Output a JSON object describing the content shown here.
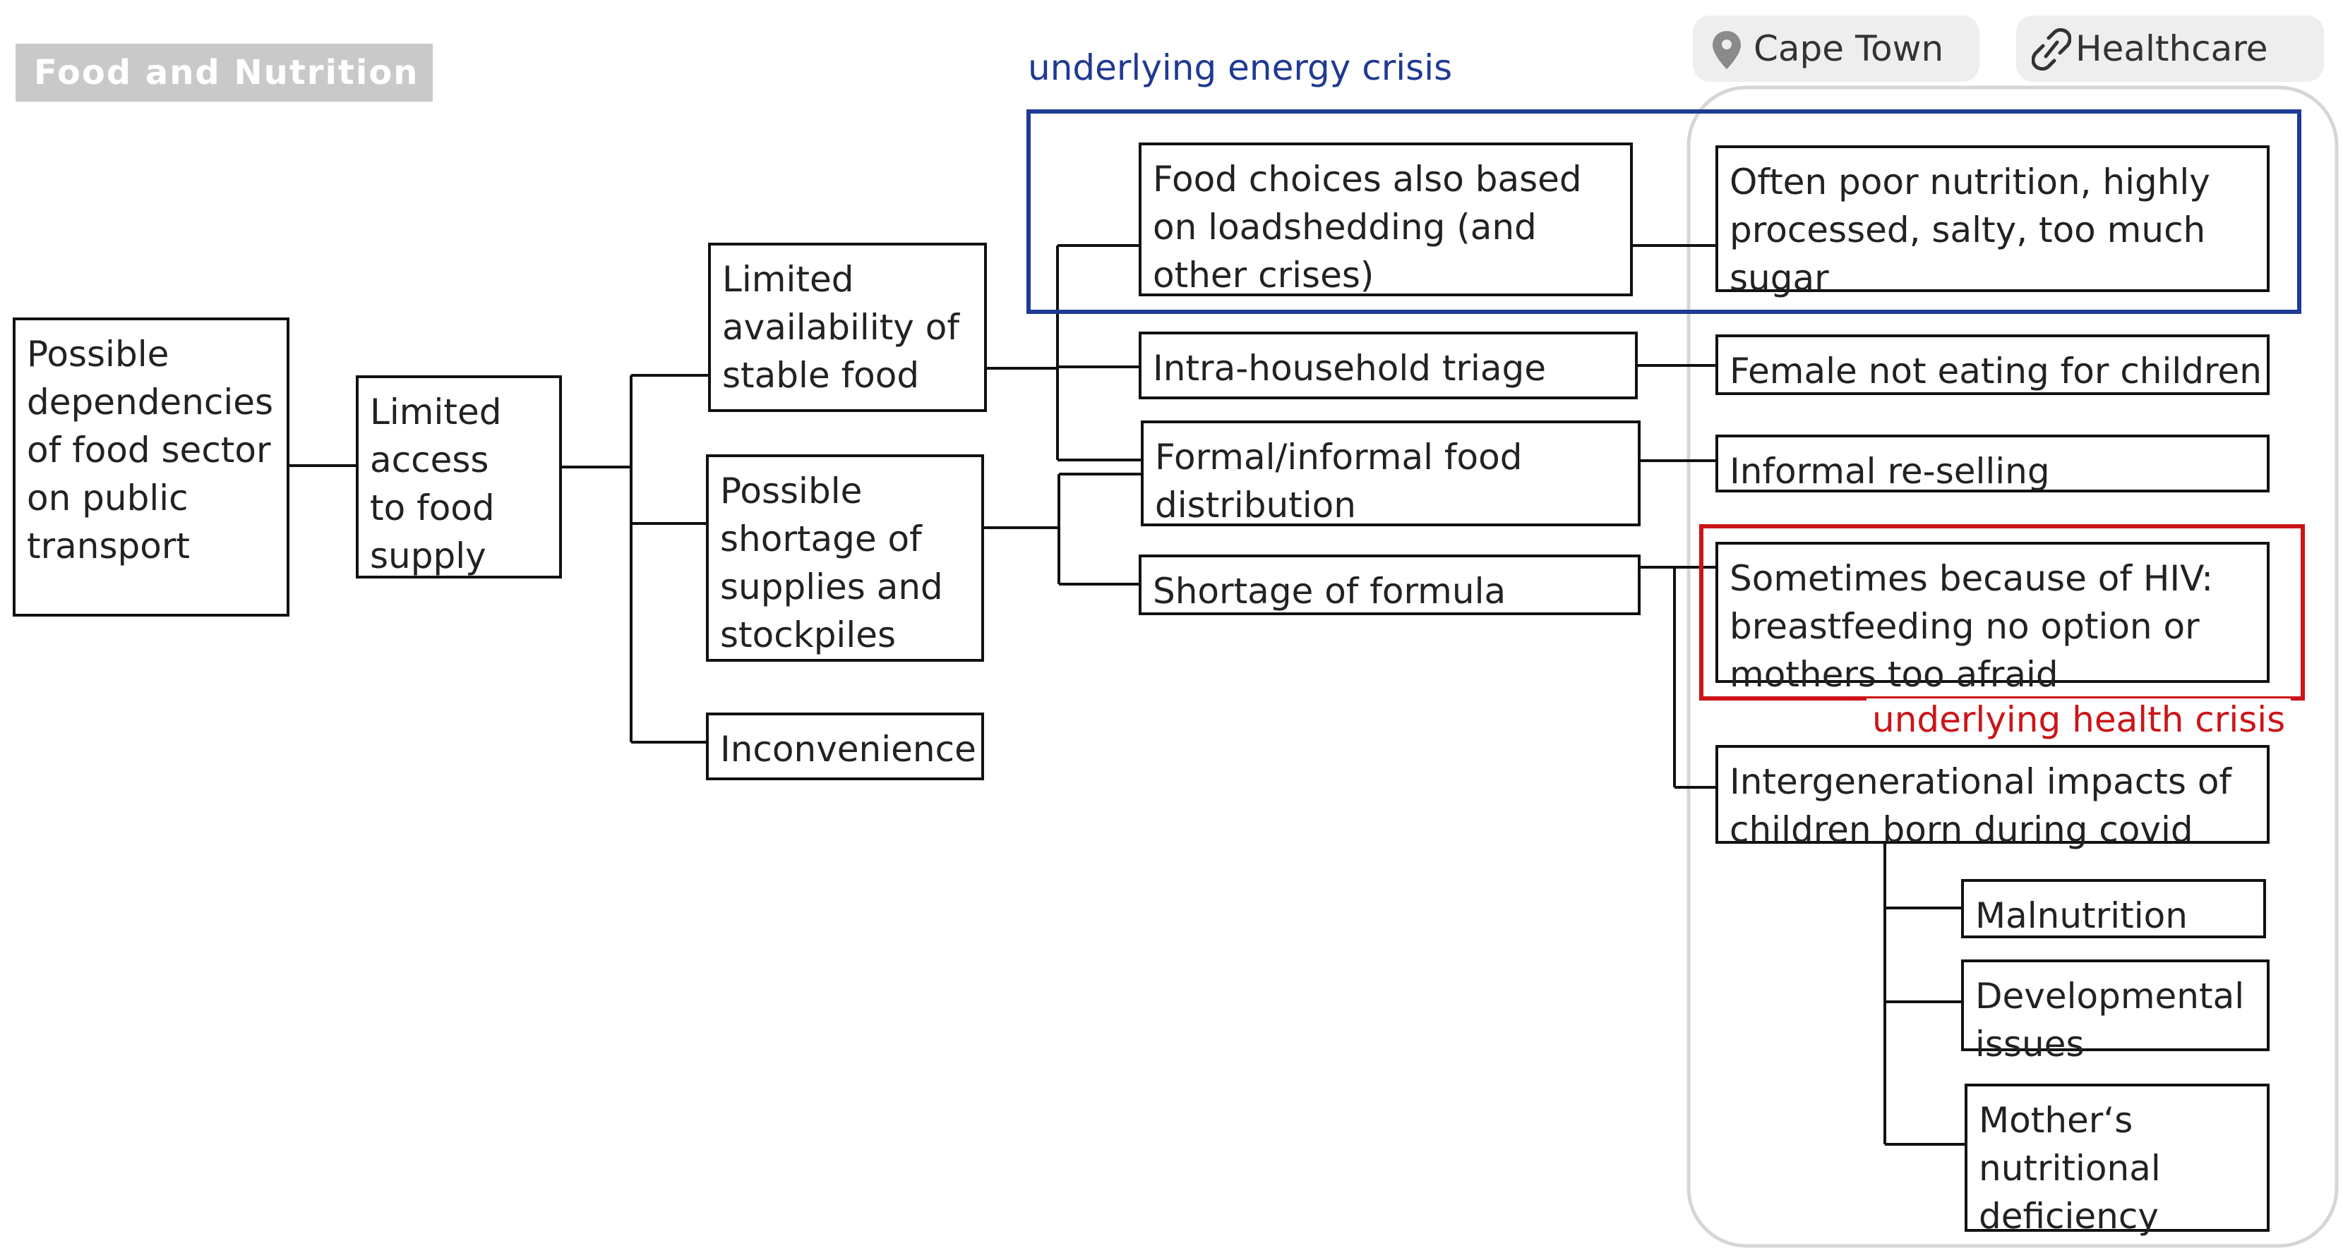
{
  "header": {
    "title": "Food and Nutrition"
  },
  "tags": {
    "location": "Cape Town",
    "location_icon": "map-pin-icon",
    "sector": "Healthcare",
    "sector_icon": "link-icon"
  },
  "annotations": {
    "energy_crisis": "underlying energy crisis",
    "energy_color": "#1f3a93",
    "health_crisis": "underlying health crisis",
    "health_color": "#cc1417"
  },
  "nodes": {
    "root": {
      "lines": [
        "Possible",
        "dependencies",
        "of food sector",
        "on public",
        "transport"
      ]
    },
    "limited_access": {
      "lines": [
        "Limited",
        "access",
        "to food",
        "supply"
      ]
    },
    "limited_availability": {
      "lines": [
        "Limited",
        "availability of",
        "stable food"
      ]
    },
    "possible_shortage": {
      "lines": [
        "Possible",
        "shortage of",
        "supplies and",
        "stockpiles"
      ]
    },
    "inconvenience": {
      "lines": [
        "Inconvenience"
      ]
    },
    "food_choices": {
      "lines": [
        "Food choices also based",
        "on loadshedding (and",
        "other crises)"
      ]
    },
    "triage": {
      "lines": [
        "Intra-household triage"
      ]
    },
    "distribution": {
      "lines": [
        "Formal/informal food",
        "distribution"
      ]
    },
    "formula": {
      "lines": [
        "Shortage of formula"
      ]
    },
    "poor_nutrition": {
      "lines": [
        "Often poor nutrition, highly",
        "processed, salty, too much",
        "sugar"
      ]
    },
    "female": {
      "lines": [
        "Female not eating for children"
      ]
    },
    "reselling": {
      "lines": [
        "Informal re-selling"
      ]
    },
    "hiv": {
      "lines": [
        "Sometimes because of HIV:",
        "breastfeeding no option or",
        "mothers too afraid"
      ]
    },
    "intergenerational": {
      "lines": [
        "Intergenerational impacts of",
        "children born during covid"
      ]
    },
    "malnutrition": {
      "lines": [
        "Malnutrition"
      ]
    },
    "developmental": {
      "lines": [
        "Developmental",
        "issues"
      ]
    },
    "mothers": {
      "lines": [
        "Mother‘s",
        "nutritional",
        "deficiency"
      ]
    }
  }
}
